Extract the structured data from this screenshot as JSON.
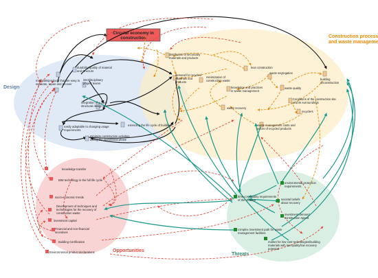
{
  "title": "Circular economy in construction",
  "clusters": {
    "design": {
      "label": "Design",
      "color": "#5b7fa6"
    },
    "construction": {
      "label": "Construction processes and waste management",
      "color": "#e88a00"
    },
    "opportunities": {
      "label": "Opportunities",
      "color": "#e0493a"
    },
    "threats": {
      "label": "Threats",
      "color": "#2a8a6e"
    }
  },
  "nodes": {
    "design": [
      "materials/products that are easy to separate, repair and recover",
      "durability/quality of material and structure",
      "interdisciplinary project teams",
      "integration of a clear structural design",
      "easily adaptable to changing usage requirements",
      "extending the life cycle of buildings",
      "minimize construction activities during the operational phase"
    ],
    "construction": [
      "distribution of secondary materials and products",
      "lean construction",
      "demand for recycled materials and products",
      "minimization of construction waste",
      "waste segregation",
      "building deconstruction",
      "knowledge and practices in waste management",
      "waste quality",
      "conditions of the construction site and its surroundings",
      "waste recovery",
      "recyclers",
      "waste management costs and prices of recycled products"
    ],
    "opportunities": [
      "knowledge transfer",
      "BIM technology in the full life cycle",
      "socio-economic trends",
      "Development of techniques and technologies for the recovery of construction waste",
      "investment capital",
      "Financial and non-financial incentives",
      "Building Certification",
      "Environmental product declarations"
    ],
    "threats": [
      "environmental protection requirements",
      "time-cost-quality requirements of the investor",
      "societal beliefs about recovery",
      "investment demand construction speed",
      "complex investment path for waste management facilities",
      "market for low-cost technologies/building materials with low quality/low recovery potential"
    ]
  },
  "colors": {
    "design_edge": "#111111",
    "construction_edge": "#e88a00",
    "opportunity_edge": "#e0493a",
    "threat_edge": "#1a9a8a",
    "title_fill": "#ee5b5b"
  }
}
